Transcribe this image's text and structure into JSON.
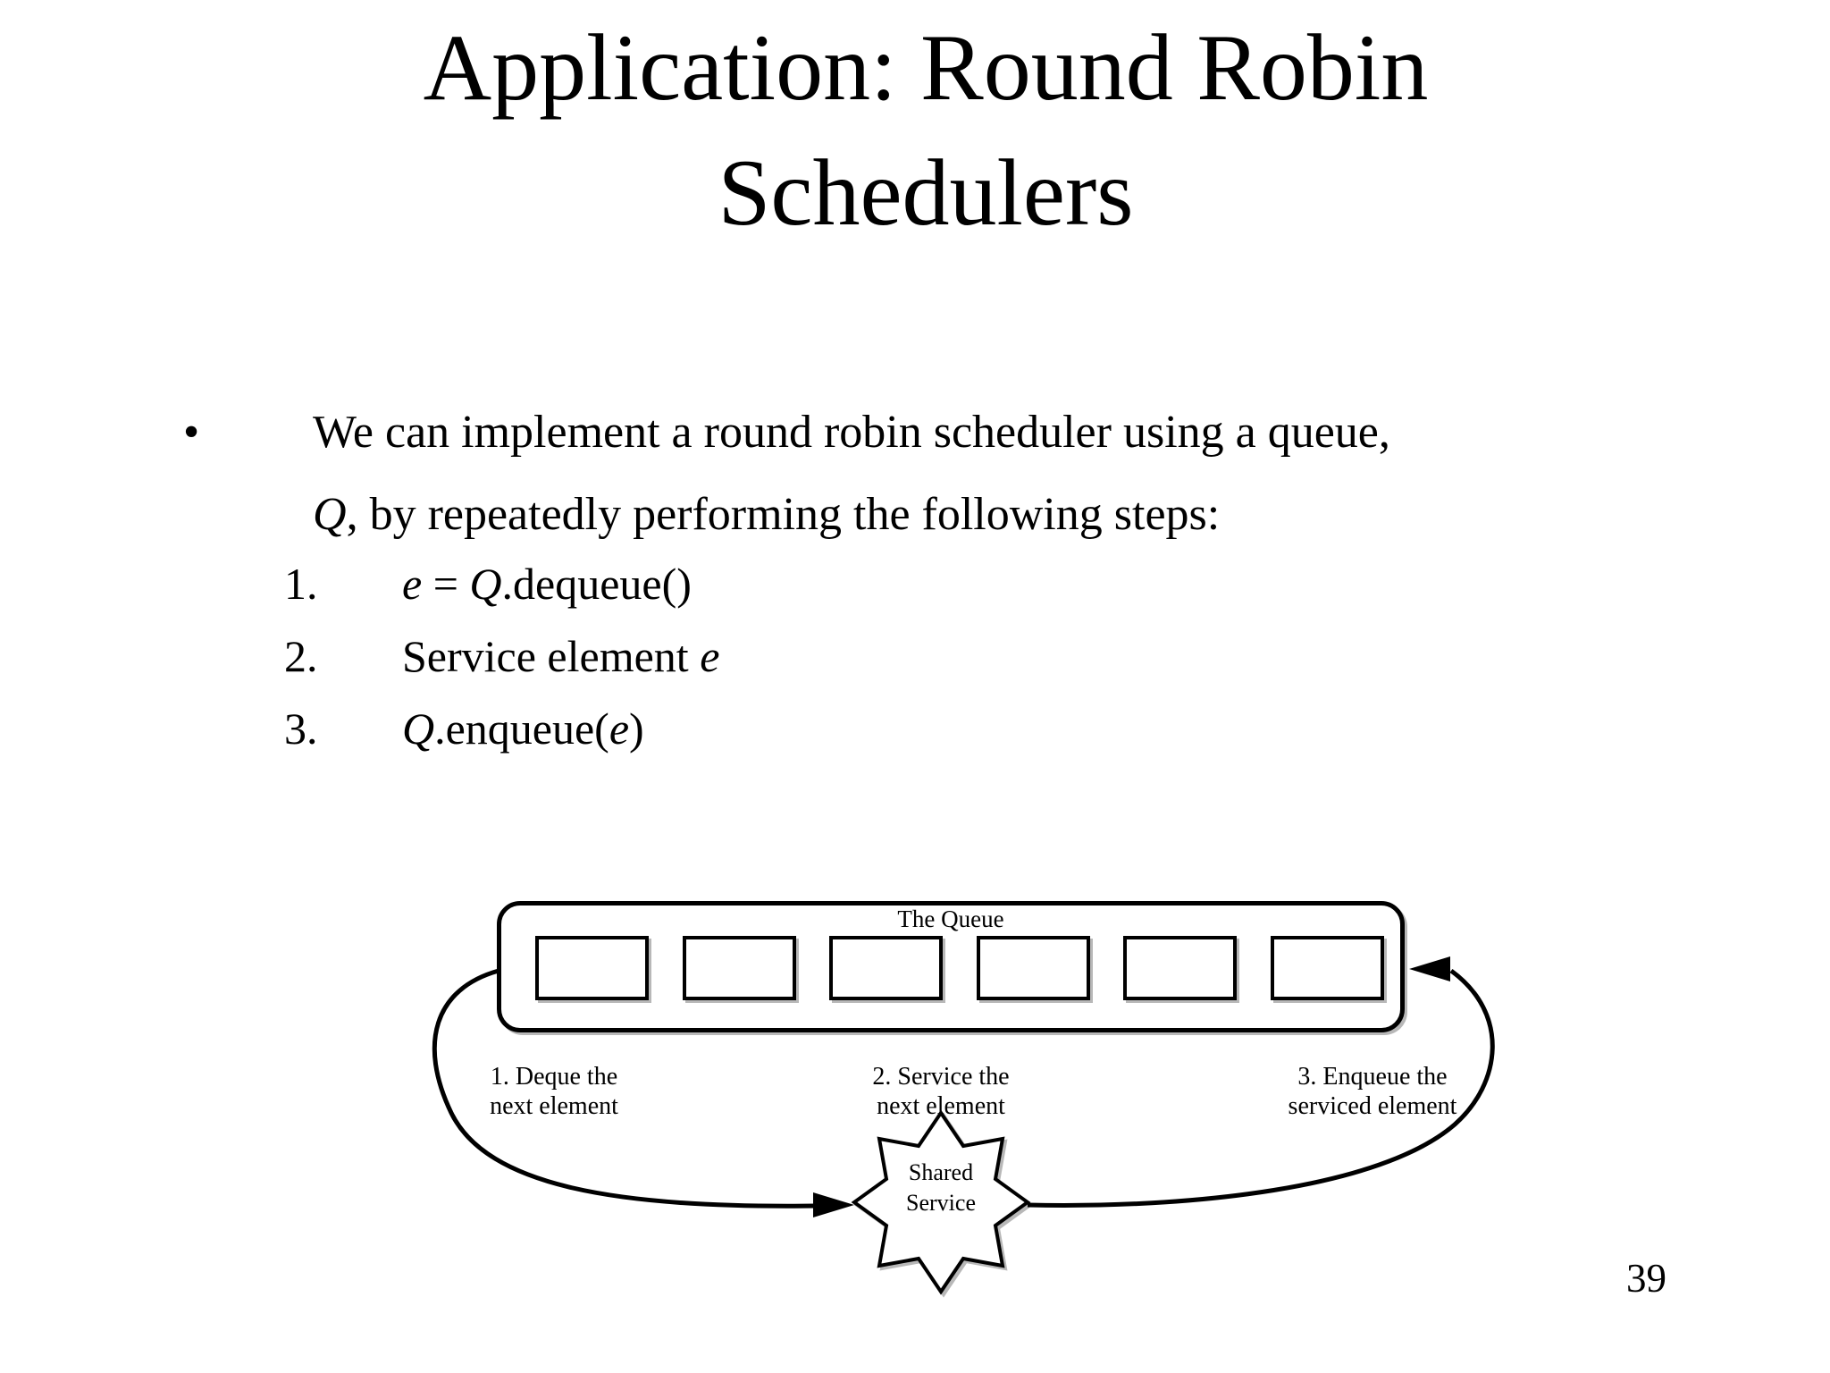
{
  "slide": {
    "title_lines": [
      "Application: Round Robin",
      "Schedulers"
    ],
    "bullet": {
      "marker": "•",
      "text_html": "We can implement a round robin scheduler using a queue,<br><i>Q</i>, by repeatedly performing the following steps:"
    },
    "steps": [
      {
        "num": "1.",
        "text_html": "<i>e</i> = <i>Q</i>.dequeue()"
      },
      {
        "num": "2.",
        "text_html": "Service element <i>e</i>"
      },
      {
        "num": "3.",
        "text_html": "<i>Q</i>.enqueue(<i>e</i>)"
      }
    ],
    "page_number": "39"
  },
  "diagram": {
    "queue_label": "The Queue",
    "cell_count": 6,
    "step_labels": [
      {
        "line1": "1. Deque the",
        "line2": "next element"
      },
      {
        "line1": "2. Service the",
        "line2": "next element"
      },
      {
        "line1": "3. Enqueue the",
        "line2": "serviced element"
      }
    ],
    "star_label_lines": [
      "Shared",
      "Service"
    ],
    "ink_color": "#000000",
    "background_color": "#ffffff"
  }
}
